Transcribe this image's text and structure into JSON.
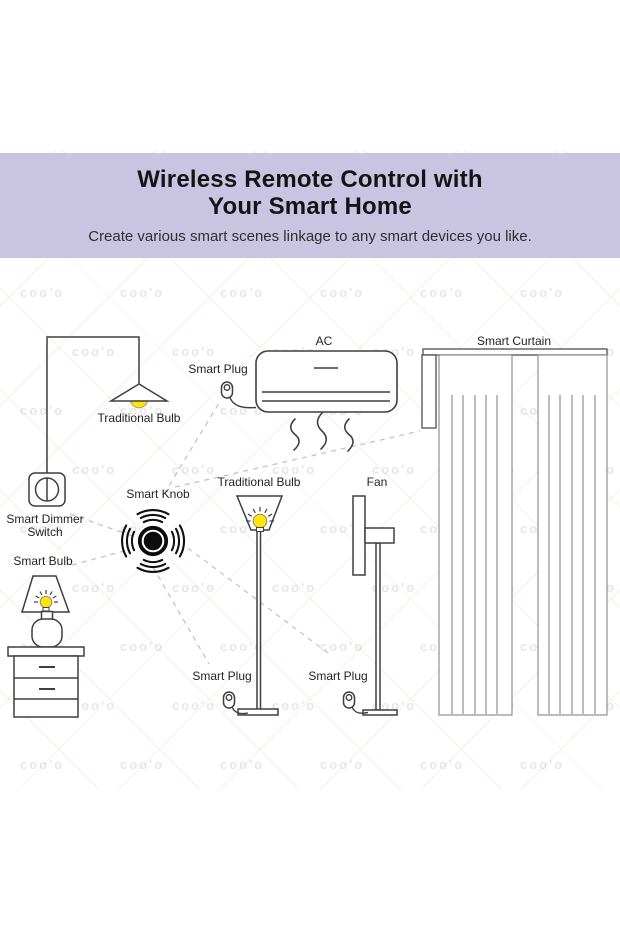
{
  "header": {
    "title_line1": "Wireless Remote Control with",
    "title_line2": "Your Smart Home",
    "subtitle": "Create various smart scenes linkage to any smart devices you like."
  },
  "hub": {
    "label": "Smart Knob"
  },
  "devices": {
    "pendant_bulb": {
      "label": "Traditional Bulb"
    },
    "smart_plug_ac": {
      "label": "Smart Plug"
    },
    "ac": {
      "label": "AC"
    },
    "smart_curtain": {
      "label": "Smart Curtain"
    },
    "smart_dimmer": {
      "label_line1": "Smart Dimmer",
      "label_line2": "Switch"
    },
    "smart_bulb": {
      "label": "Smart Bulb"
    },
    "floor_bulb": {
      "label": "Traditional Bulb"
    },
    "fan": {
      "label": "Fan"
    },
    "smart_plug_lamp": {
      "label": "Smart Plug"
    },
    "smart_plug_fan": {
      "label": "Smart Plug"
    }
  },
  "watermark": {
    "text": "coo'o"
  },
  "colors": {
    "band": "#c9c4e2",
    "line_art": "#3f3f3f",
    "dashed_link": "#c4c4c4",
    "bulb_yellow": "#ffe603",
    "knob_black": "#0c0c0c",
    "curtain_gray": "#8f8f8f"
  }
}
